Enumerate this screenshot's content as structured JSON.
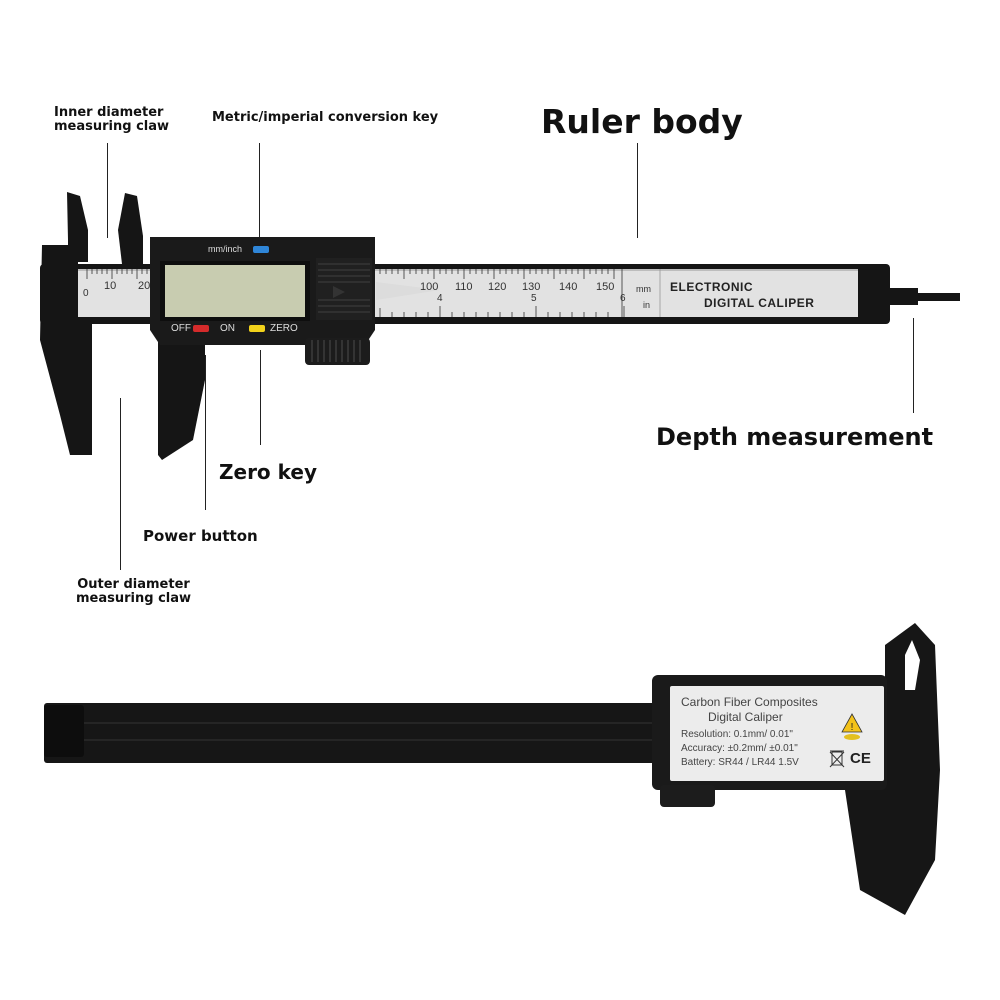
{
  "labels": {
    "inner_claw": "Inner diameter\nmeasuring claw",
    "conversion_key": "Metric/imperial conversion key",
    "ruler_body": "Ruler body",
    "depth": "Depth measurement",
    "zero_key": "Zero key",
    "power_button": "Power button",
    "outer_claw": "Outer diameter\nmeasuring claw"
  },
  "caliper_front": {
    "mode_key_label": "mm/inch",
    "off_label": "OFF",
    "on_label": "ON",
    "zero_label": "ZERO",
    "scale_brand_line1": "ELECTRONIC",
    "scale_brand_line2": "DIGITAL CALIPER",
    "mm_unit": "mm",
    "in_unit": "in",
    "mm_ticks_left": [
      "0",
      "10",
      "20"
    ],
    "mm_ticks_right": [
      "100",
      "110",
      "120",
      "130",
      "140",
      "150"
    ],
    "inch_ticks": [
      "4",
      "5",
      "6"
    ]
  },
  "caliper_back": {
    "line1": "Carbon Fiber Composites",
    "line2": "Digital Caliper",
    "resolution": "Resolution: 0.1mm/ 0.01\"",
    "accuracy": "Accuracy: ±0.2mm/ ±0.01\"",
    "battery": "Battery: SR44 / LR44 1.5V",
    "ce_mark": "CE"
  },
  "colors": {
    "body": "#141414",
    "scale": "#e4e4e4",
    "lcd": "#c9cdb2",
    "mode_key": "#2f86d8",
    "on_key": "#d42b2b",
    "zero_key": "#f2d21b",
    "warning": "#f3c21a"
  }
}
